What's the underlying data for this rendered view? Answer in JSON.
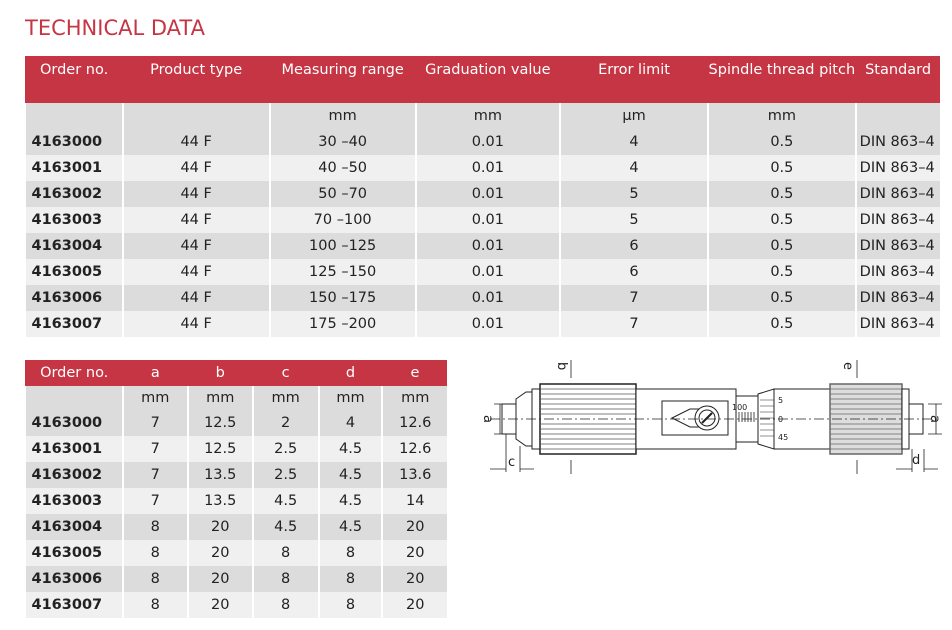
{
  "title": "TECHNICAL DATA",
  "table1": {
    "headers": [
      "Order no.",
      "Product type",
      "Measuring range",
      "Graduation value",
      "Error limit",
      "Spindle thread pitch",
      "Standard"
    ],
    "units": [
      "",
      "",
      "mm",
      "mm",
      "µm",
      "mm",
      ""
    ],
    "rows": [
      [
        "4163000",
        "44 F",
        "30 –40",
        "0.01",
        "4",
        "0.5",
        "DIN 863–4"
      ],
      [
        "4163001",
        "44 F",
        "40 –50",
        "0.01",
        "4",
        "0.5",
        "DIN 863–4"
      ],
      [
        "4163002",
        "44 F",
        "50 –70",
        "0.01",
        "5",
        "0.5",
        "DIN 863–4"
      ],
      [
        "4163003",
        "44 F",
        "70 –100",
        "0.01",
        "5",
        "0.5",
        "DIN 863–4"
      ],
      [
        "4163004",
        "44 F",
        "100 –125",
        "0.01",
        "6",
        "0.5",
        "DIN 863–4"
      ],
      [
        "4163005",
        "44 F",
        "125 –150",
        "0.01",
        "6",
        "0.5",
        "DIN 863–4"
      ],
      [
        "4163006",
        "44 F",
        "150 –175",
        "0.01",
        "7",
        "0.5",
        "DIN 863–4"
      ],
      [
        "4163007",
        "44 F",
        "175 –200",
        "0.01",
        "7",
        "0.5",
        "DIN 863–4"
      ]
    ]
  },
  "table2": {
    "headers": [
      "Order no.",
      "a",
      "b",
      "c",
      "d",
      "e"
    ],
    "units": [
      "",
      "mm",
      "mm",
      "mm",
      "mm",
      "mm"
    ],
    "rows": [
      [
        "4163000",
        "7",
        "12.5",
        "2",
        "4",
        "12.6"
      ],
      [
        "4163001",
        "7",
        "12.5",
        "2.5",
        "4.5",
        "12.6"
      ],
      [
        "4163002",
        "7",
        "13.5",
        "2.5",
        "4.5",
        "13.6"
      ],
      [
        "4163003",
        "7",
        "13.5",
        "4.5",
        "4.5",
        "14"
      ],
      [
        "4163004",
        "8",
        "20",
        "4.5",
        "4.5",
        "20"
      ],
      [
        "4163005",
        "8",
        "20",
        "8",
        "8",
        "20"
      ],
      [
        "4163006",
        "8",
        "20",
        "8",
        "8",
        "20"
      ],
      [
        "4163007",
        "8",
        "20",
        "8",
        "8",
        "20"
      ]
    ]
  },
  "drawing": {
    "labels": {
      "a": "a",
      "b": "b",
      "c": "c",
      "d": "d",
      "e": "e"
    },
    "scale": [
      "100",
      "5",
      "0",
      "45"
    ]
  }
}
